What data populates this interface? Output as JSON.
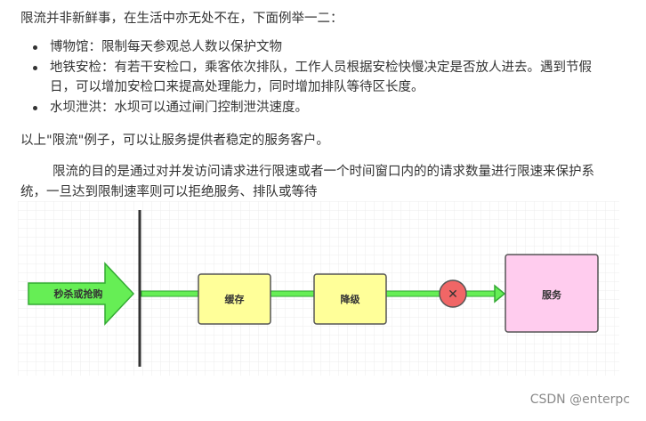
{
  "intro": "限流并非新鲜事，在生活中亦无处不在，下面例举一二：",
  "bullets": [
    "博物馆：限制每天参观总人数以保护文物",
    "地铁安检：有若干安检口，乘客依次排队，工作人员根据安检快慢决定是否放人进去。遇到节假日，可以增加安检口来提高处理能力，同时增加排队等待区长度。",
    "水坝泄洪：水坝可以通过闸门控制泄洪速度。"
  ],
  "summary": "以上\"限流\"例子，可以让服务提供者稳定的服务客户。",
  "purpose": "限流的目的是通过对并发访问请求进行限速或者一个时间窗口内的的请求数量进行限速来保护系统，一旦达到限制速率则可以拒绝服务、排队或等待",
  "diagram": {
    "source_label": "秒杀或抢购",
    "cache_label": "缓存",
    "degrade_label": "降级",
    "reject_symbol": "✕",
    "service_label": "服务",
    "colors": {
      "arrow_fill": "#66ee55",
      "arrow_stroke": "#33aa33",
      "box_fill": "#ffff99",
      "reject_fill": "#f06666",
      "service_fill": "#ffccee",
      "barrier": "#333333"
    }
  },
  "watermark": "CSDN @enterpc"
}
